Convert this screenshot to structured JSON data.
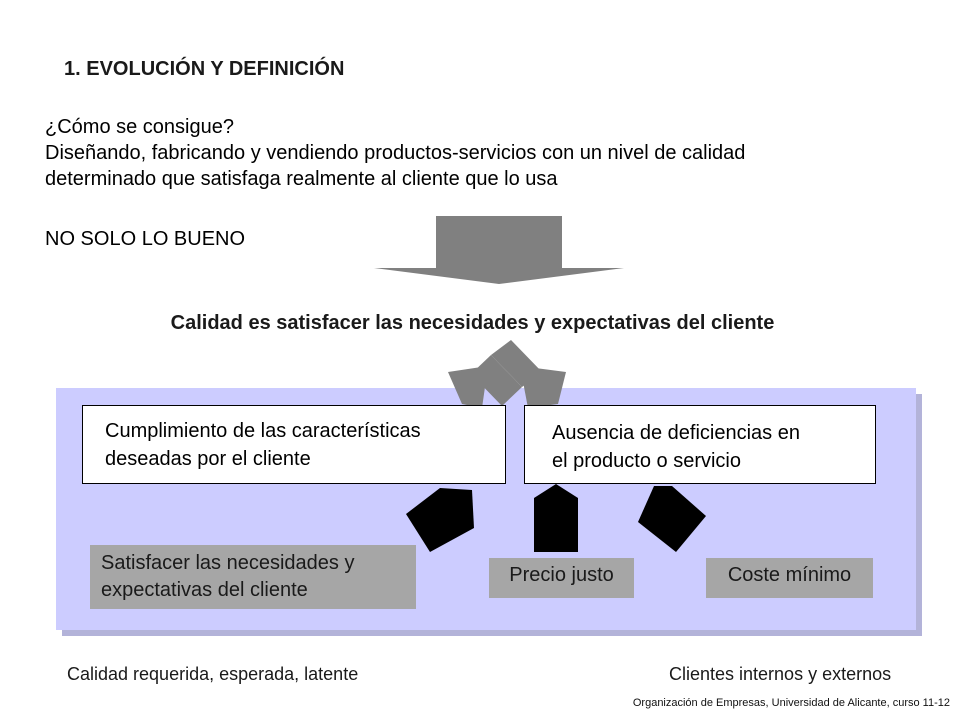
{
  "slide": {
    "title": "1. EVOLUCIÓN Y DEFINICIÓN",
    "question": "¿Cómo se consigue?",
    "answer_line1": "Diseñando, fabricando y vendiendo productos-servicios con un nivel de calidad",
    "answer_line2": "determinado que satisfaga realmente al cliente que lo usa",
    "not_only": "NO SOLO LO BUENO",
    "statement": "Calidad es satisfacer las necesidades y expectativas del cliente",
    "box_left": {
      "line1": "Cumplimiento de las características",
      "line2": "deseadas por el cliente"
    },
    "box_right": {
      "line1": "Ausencia de deficiencias en",
      "line2": "el producto o servicio"
    },
    "gray_satisfacer": {
      "line1": "Satisfacer las necesidades y",
      "line2": "expectativas del cliente"
    },
    "gray_precio": "Precio justo",
    "gray_coste": "Coste mínimo",
    "footer_left": "Calidad requerida, esperada, latente",
    "footer_right": "Clientes internos y externos",
    "credit": "Organización de Empresas, Universidad de Alicante, curso 11-12"
  },
  "colors": {
    "panel": "#ccccff",
    "panel_shadow": "#b3b3d9",
    "arrow_gray": "#808080",
    "gray_box": "#a6a6a6",
    "pentagon": "#000000"
  }
}
